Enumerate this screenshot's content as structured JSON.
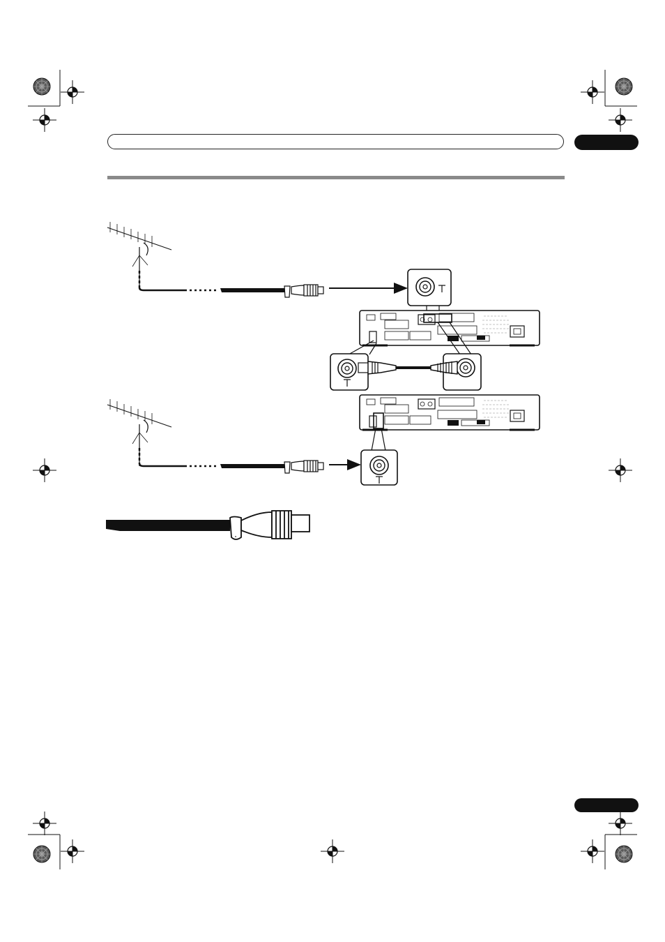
{
  "header": {
    "title": "",
    "chapter_number": ""
  },
  "footer": {
    "page_number": ""
  },
  "figures": [
    {
      "name": "antenna-to-unit-loop-through"
    },
    {
      "name": "antenna-direct-to-unit"
    },
    {
      "name": "coaxial-plug-closeup"
    }
  ],
  "icons": [
    "registration-mark-icon",
    "color-calibration-target-icon",
    "antenna-icon",
    "coaxial-plug-icon",
    "arrow-icon",
    "rf-jack-icon",
    "rear-panel-icon"
  ],
  "colors": {
    "ink": "#111111",
    "rule": "#8a8a8a",
    "paper": "#ffffff"
  }
}
